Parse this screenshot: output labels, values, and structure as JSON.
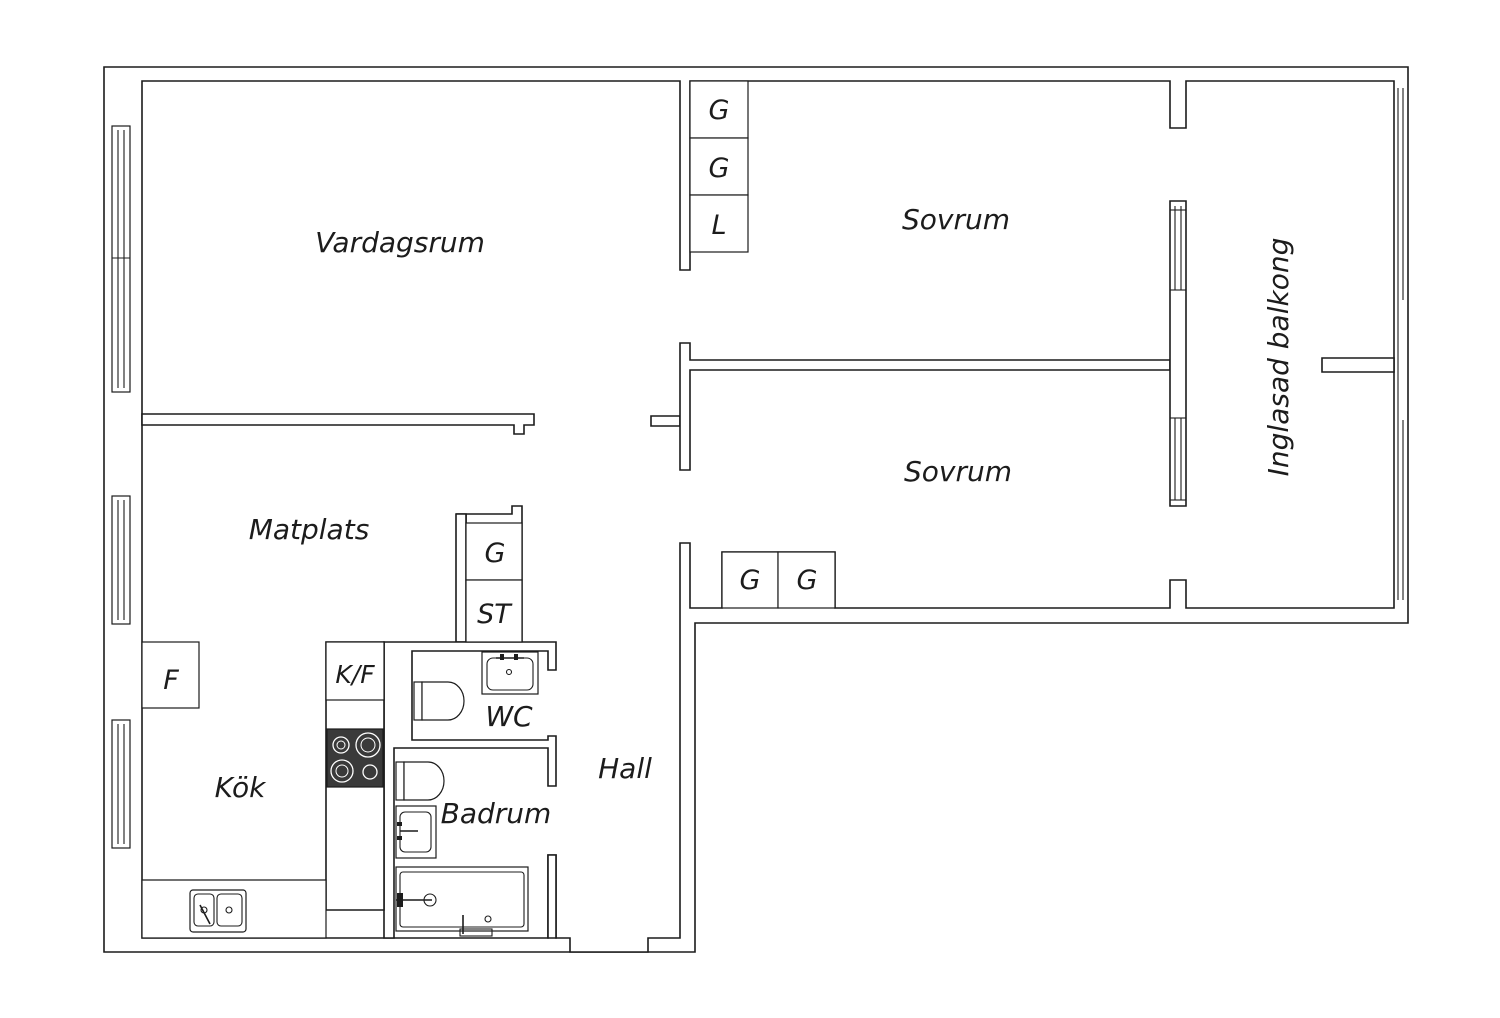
{
  "rooms": {
    "vardagsrum": "Vardagsrum",
    "sovrum_1": "Sovrum",
    "sovrum_2": "Sovrum",
    "balkong": "Inglasad balkong",
    "matplats": "Matplats",
    "kok": "Kök",
    "hall": "Hall",
    "wc": "WC",
    "badrum": "Badrum"
  },
  "storage": {
    "g1": "G",
    "g2": "G",
    "l": "L",
    "g_hall": "G",
    "st": "ST",
    "g_sov_1": "G",
    "g_sov_2": "G",
    "f": "F",
    "kf": "K/F"
  },
  "colors": {
    "walls": "#1c1c1c",
    "background": "#ffffff",
    "stove": "#3a3a3a"
  }
}
